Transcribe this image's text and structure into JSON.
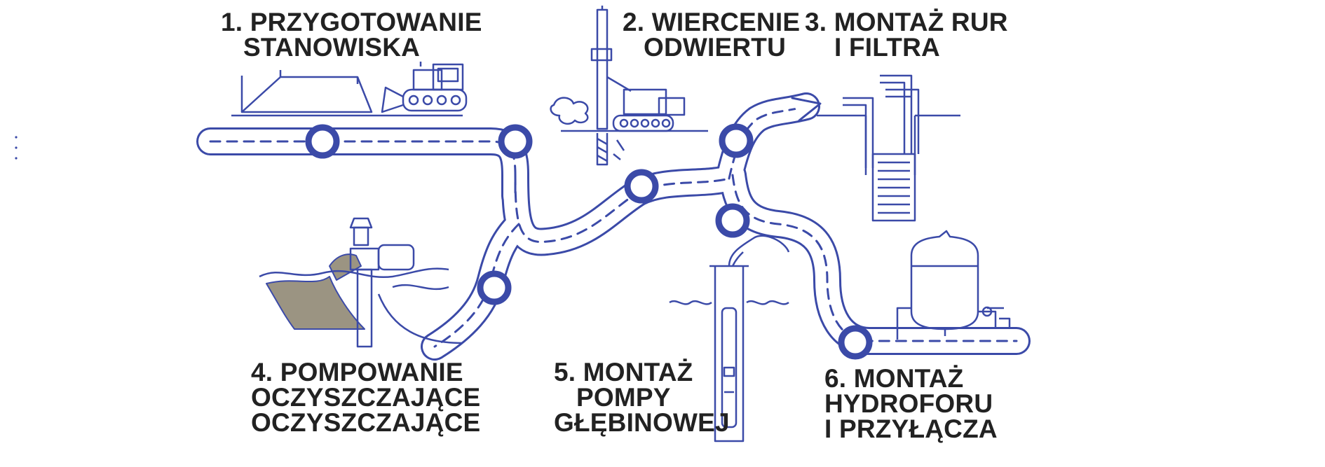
{
  "colors": {
    "road": "#3b4aa8",
    "road_dash": "#3b4aa8",
    "node_fill": "#ffffff",
    "text": "#222222",
    "mud": "#9b9482"
  },
  "steps": [
    {
      "lines": [
        "1. PRZYGOTOWANIE",
        "STANOWISKA"
      ],
      "icon": "bulldozer-icon"
    },
    {
      "lines": [
        "2. WIERCENIE",
        "ODWIERTU"
      ],
      "icon": "drilling-rig-icon"
    },
    {
      "lines": [
        "3. MONTAŻ RUR",
        "I FILTRA"
      ],
      "icon": "pipes-filter-icon"
    },
    {
      "lines": [
        "4. POMPOWANIE",
        "OCZYSZCZAJĄCE",
        "OCZYSZCZAJĄCE"
      ],
      "icon": "pump-icon"
    },
    {
      "lines": [
        "5.  MONTAŻ",
        "POMPY",
        "GŁĘBINOWEJ"
      ],
      "icon": "deep-well-pump-icon"
    },
    {
      "lines": [
        "6. MONTAŻ",
        "HYDROFORU",
        "I PRZYŁĄCZA"
      ],
      "icon": "pressure-tank-icon"
    }
  ]
}
